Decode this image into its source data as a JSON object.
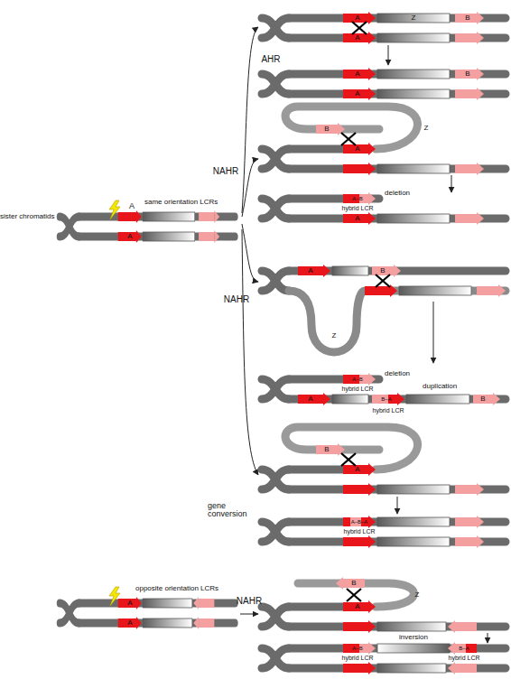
{
  "diagram": {
    "labels": [
      "sister chromatids",
      "same orientation LCRs",
      "A",
      "A",
      "AHR",
      "A",
      "Z",
      "B",
      "A",
      "A",
      "B",
      "A",
      "NAHR",
      "B",
      "A",
      "Z",
      "A–B",
      "deletion",
      "hybrid LCR",
      "A",
      "NAHR",
      "A",
      "B",
      "Z",
      "A–B",
      "deletion",
      "hybrid LCR",
      "A",
      "B–A",
      "hybrid LCR",
      "duplication",
      "B",
      "gene conversion",
      "B",
      "A",
      "A–B–A",
      "hybrid LCR",
      "opposite orientation LCRs",
      "A",
      "A",
      "NAHR",
      "A",
      "B",
      "Z",
      "A–B",
      "hybrid LCR",
      "inversion",
      "B–A",
      "hybrid LCR"
    ]
  }
}
